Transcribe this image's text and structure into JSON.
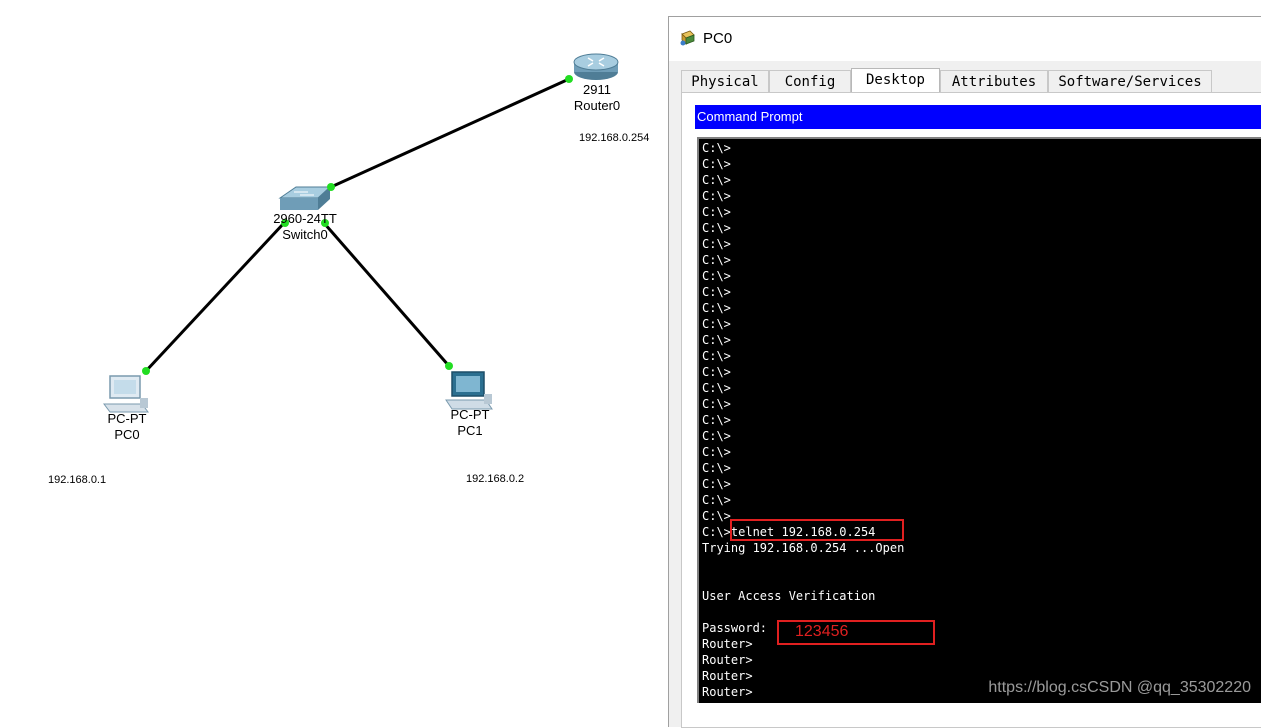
{
  "topology": {
    "router": {
      "model": "2911",
      "name": "Router0",
      "ip": "192.168.0.254"
    },
    "switch": {
      "model": "2960-24TT",
      "name": "Switch0"
    },
    "pc0": {
      "model": "PC-PT",
      "name": "PC0",
      "ip": "192.168.0.1"
    },
    "pc1": {
      "model": "PC-PT",
      "name": "PC1",
      "ip": "192.168.0.2"
    },
    "link_color": "#000000",
    "port_color": "#22dd22"
  },
  "window": {
    "title": "PC0",
    "tabs": [
      {
        "label": "Physical"
      },
      {
        "label": "Config"
      },
      {
        "label": "Desktop",
        "active": true
      },
      {
        "label": "Attributes"
      },
      {
        "label": "Software/Services"
      }
    ],
    "command_prompt_title": "Command Prompt",
    "titlebar_color": "#0000ff",
    "terminal_lines": [
      "C:\\>",
      "C:\\>",
      "C:\\>",
      "C:\\>",
      "C:\\>",
      "C:\\>",
      "C:\\>",
      "C:\\>",
      "C:\\>",
      "C:\\>",
      "C:\\>",
      "C:\\>",
      "C:\\>",
      "C:\\>",
      "C:\\>",
      "C:\\>",
      "C:\\>",
      "C:\\>",
      "C:\\>",
      "C:\\>",
      "C:\\>",
      "C:\\>",
      "C:\\>",
      "C:\\>",
      "C:\\>telnet 192.168.0.254",
      "Trying 192.168.0.254 ...Open",
      "",
      "",
      "User Access Verification",
      "",
      "Password:",
      "Router>",
      "Router>",
      "Router>",
      "Router>"
    ],
    "password_annotation": "123456",
    "annotation_color": "#e02020",
    "watermark": "https://blog.csCSDN @qq_35302220"
  }
}
